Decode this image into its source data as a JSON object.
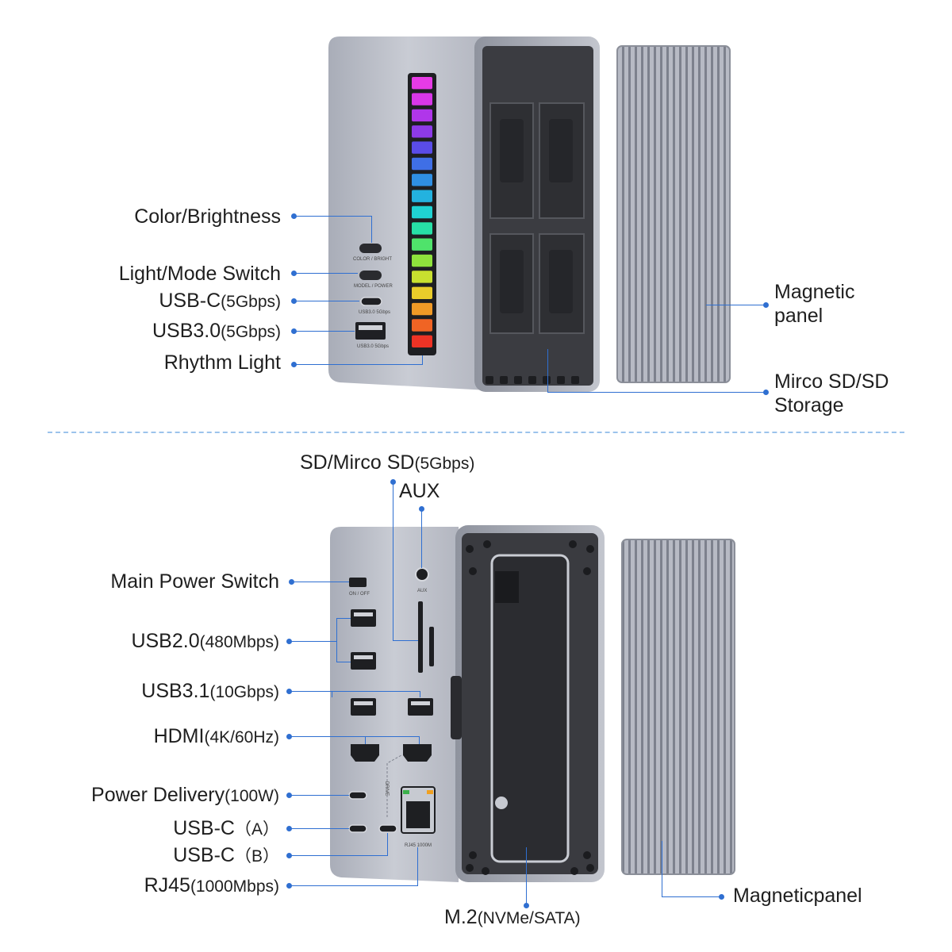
{
  "top_labels": {
    "color_brightness": "Color/Brightness",
    "light_mode_switch": "Light/Mode Switch",
    "usbc_main": "USB-C",
    "usbc_speed": "(5Gbps)",
    "usb30_main": "USB3.0",
    "usb30_speed": "(5Gbps)",
    "rhythm_light": "Rhythm Light",
    "magnetic_panel_line1": "Magnetic",
    "magnetic_panel_line2": "panel",
    "storage_line1": "Mirco SD/SD",
    "storage_line2": "Storage"
  },
  "top_device_text": {
    "btn1_caption": "COLOR / BRIGHT",
    "btn2_caption": "MODEL / POWER",
    "usbc_caption": "USB3.0 5Gbps",
    "usba_caption": "USB3.0 5Gbps"
  },
  "bottom_labels": {
    "sd_main": "SD/Mirco SD",
    "sd_speed": "(5Gbps)",
    "aux": "AUX",
    "main_power": "Main Power Switch",
    "usb20_main": "USB2.0",
    "usb20_speed": "(480Mbps)",
    "usb31_main": "USB3.1",
    "usb31_speed": "(10Gbps)",
    "hdmi_main": "HDMI",
    "hdmi_speed": "(4K/60Hz)",
    "pd_main": "Power Delivery",
    "pd_speed": "(100W)",
    "usbc_a_main": "USB-C",
    "usbc_a_tag": "（A）",
    "usbc_b_main": "USB-C",
    "usbc_b_tag": "（B）",
    "rj45_main": "RJ45",
    "rj45_speed": "(1000Mbps)",
    "m2_main": "M.2",
    "m2_speed": "(NVMe/SATA)",
    "magnetic_panel": "Magneticpanel"
  },
  "bottom_device_text": {
    "onoff": "ON / OFF",
    "aux_caption": "AUX",
    "drive_caption": "DRIVE",
    "rj45_caption": "RJ45 1000M"
  },
  "colors": {
    "accent": "#2f6fd1",
    "aluminum": "#b9bcc6",
    "dark_panel": "#3a3b40",
    "rhythm_leds": [
      "#e73be6",
      "#d837e8",
      "#b036ea",
      "#8d3ae8",
      "#5a4ce8",
      "#3f6fe6",
      "#2f8fe3",
      "#23b2df",
      "#1fd2d2",
      "#27e0a6",
      "#4fe36b",
      "#8fe23c",
      "#c8e02f",
      "#e9cc2a",
      "#f09a26",
      "#f06424",
      "#ee3325"
    ]
  }
}
